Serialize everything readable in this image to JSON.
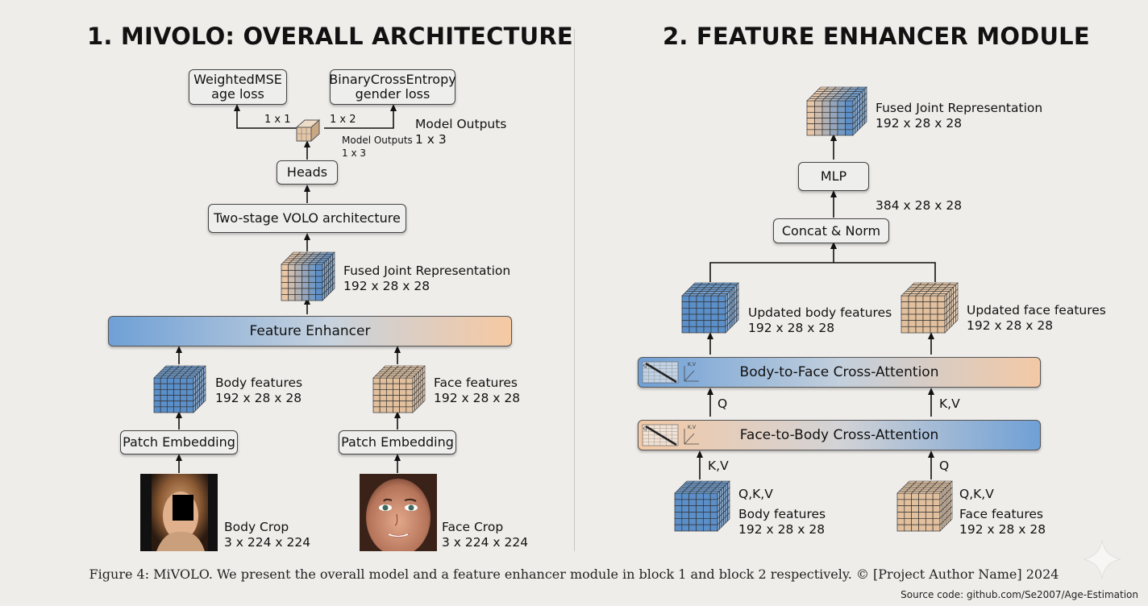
{
  "left": {
    "title": "1. MIVOLO: OVERALL ARCHITECTURE",
    "age_loss": {
      "line1": "WeightedMSE",
      "line2": "age loss"
    },
    "gender_loss": {
      "line1": "BinaryCrossEntropy",
      "line2": "gender loss"
    },
    "dim_age": "1 x 1",
    "dim_gender": "1 x 2",
    "model_outputs_small": {
      "line1": "Model Outputs",
      "line2": "1 x 3"
    },
    "model_outputs": {
      "line1": "Model Outputs",
      "line2": "1 x 3"
    },
    "heads": "Heads",
    "volo": "Two-stage VOLO architecture",
    "fused": {
      "line1": "Fused Joint Representation",
      "line2": "192 x 28 x 28"
    },
    "feature_enhancer": "Feature Enhancer",
    "body_features": {
      "line1": "Body features",
      "line2": "192 x 28 x 28"
    },
    "face_features": {
      "line1": "Face features",
      "line2": "192 x 28 x 28"
    },
    "patch_embedding_body": "Patch Embedding",
    "patch_embedding_face": "Patch Embedding",
    "body_crop": {
      "line1": "Body Crop",
      "line2": "3 x 224 x 224"
    },
    "face_crop": {
      "line1": "Face Crop",
      "line2": "3 x 224 x 224"
    }
  },
  "right": {
    "title": "2. FEATURE ENHANCER MODULE",
    "fused": {
      "line1": "Fused Joint Representation",
      "line2": "192 x 28 x 28"
    },
    "mlp": "MLP",
    "concat_dim": "384 x 28 x 28",
    "concat": "Concat & Norm",
    "updated_body": {
      "line1": "Updated body features",
      "line2": "192 x 28 x 28"
    },
    "updated_face": {
      "line1": "Updated face features",
      "line2": "192 x 28 x 28"
    },
    "b2f": "Body-to-Face Cross-Attention",
    "f2b": "Face-to-Body Cross-Attention",
    "q_upper": "Q",
    "kv_upper": "K,V",
    "kv_lower": "K,V",
    "q_lower": "Q",
    "body_in": {
      "line0": "Q,K,V",
      "line1": "Body features",
      "line2": "192 x 28 x 28"
    },
    "face_in": {
      "line0": "Q,K,V",
      "line1": "Face features",
      "line2": "192 x 28 x 28"
    },
    "attn_icon_labels": {
      "q": "Q",
      "kv": "K,V"
    }
  },
  "caption": "Figure 4: MiVOLO. We present the overall model and a feature enhancer module in block 1 and block 2 respectively. © [Project Author Name] 2024",
  "source": "Source code: github.com/Se2007/Age-Estimation",
  "colors": {
    "body_blue": "#5b8fc9",
    "face_tan": "#e2c09e",
    "background": "#efedea"
  }
}
